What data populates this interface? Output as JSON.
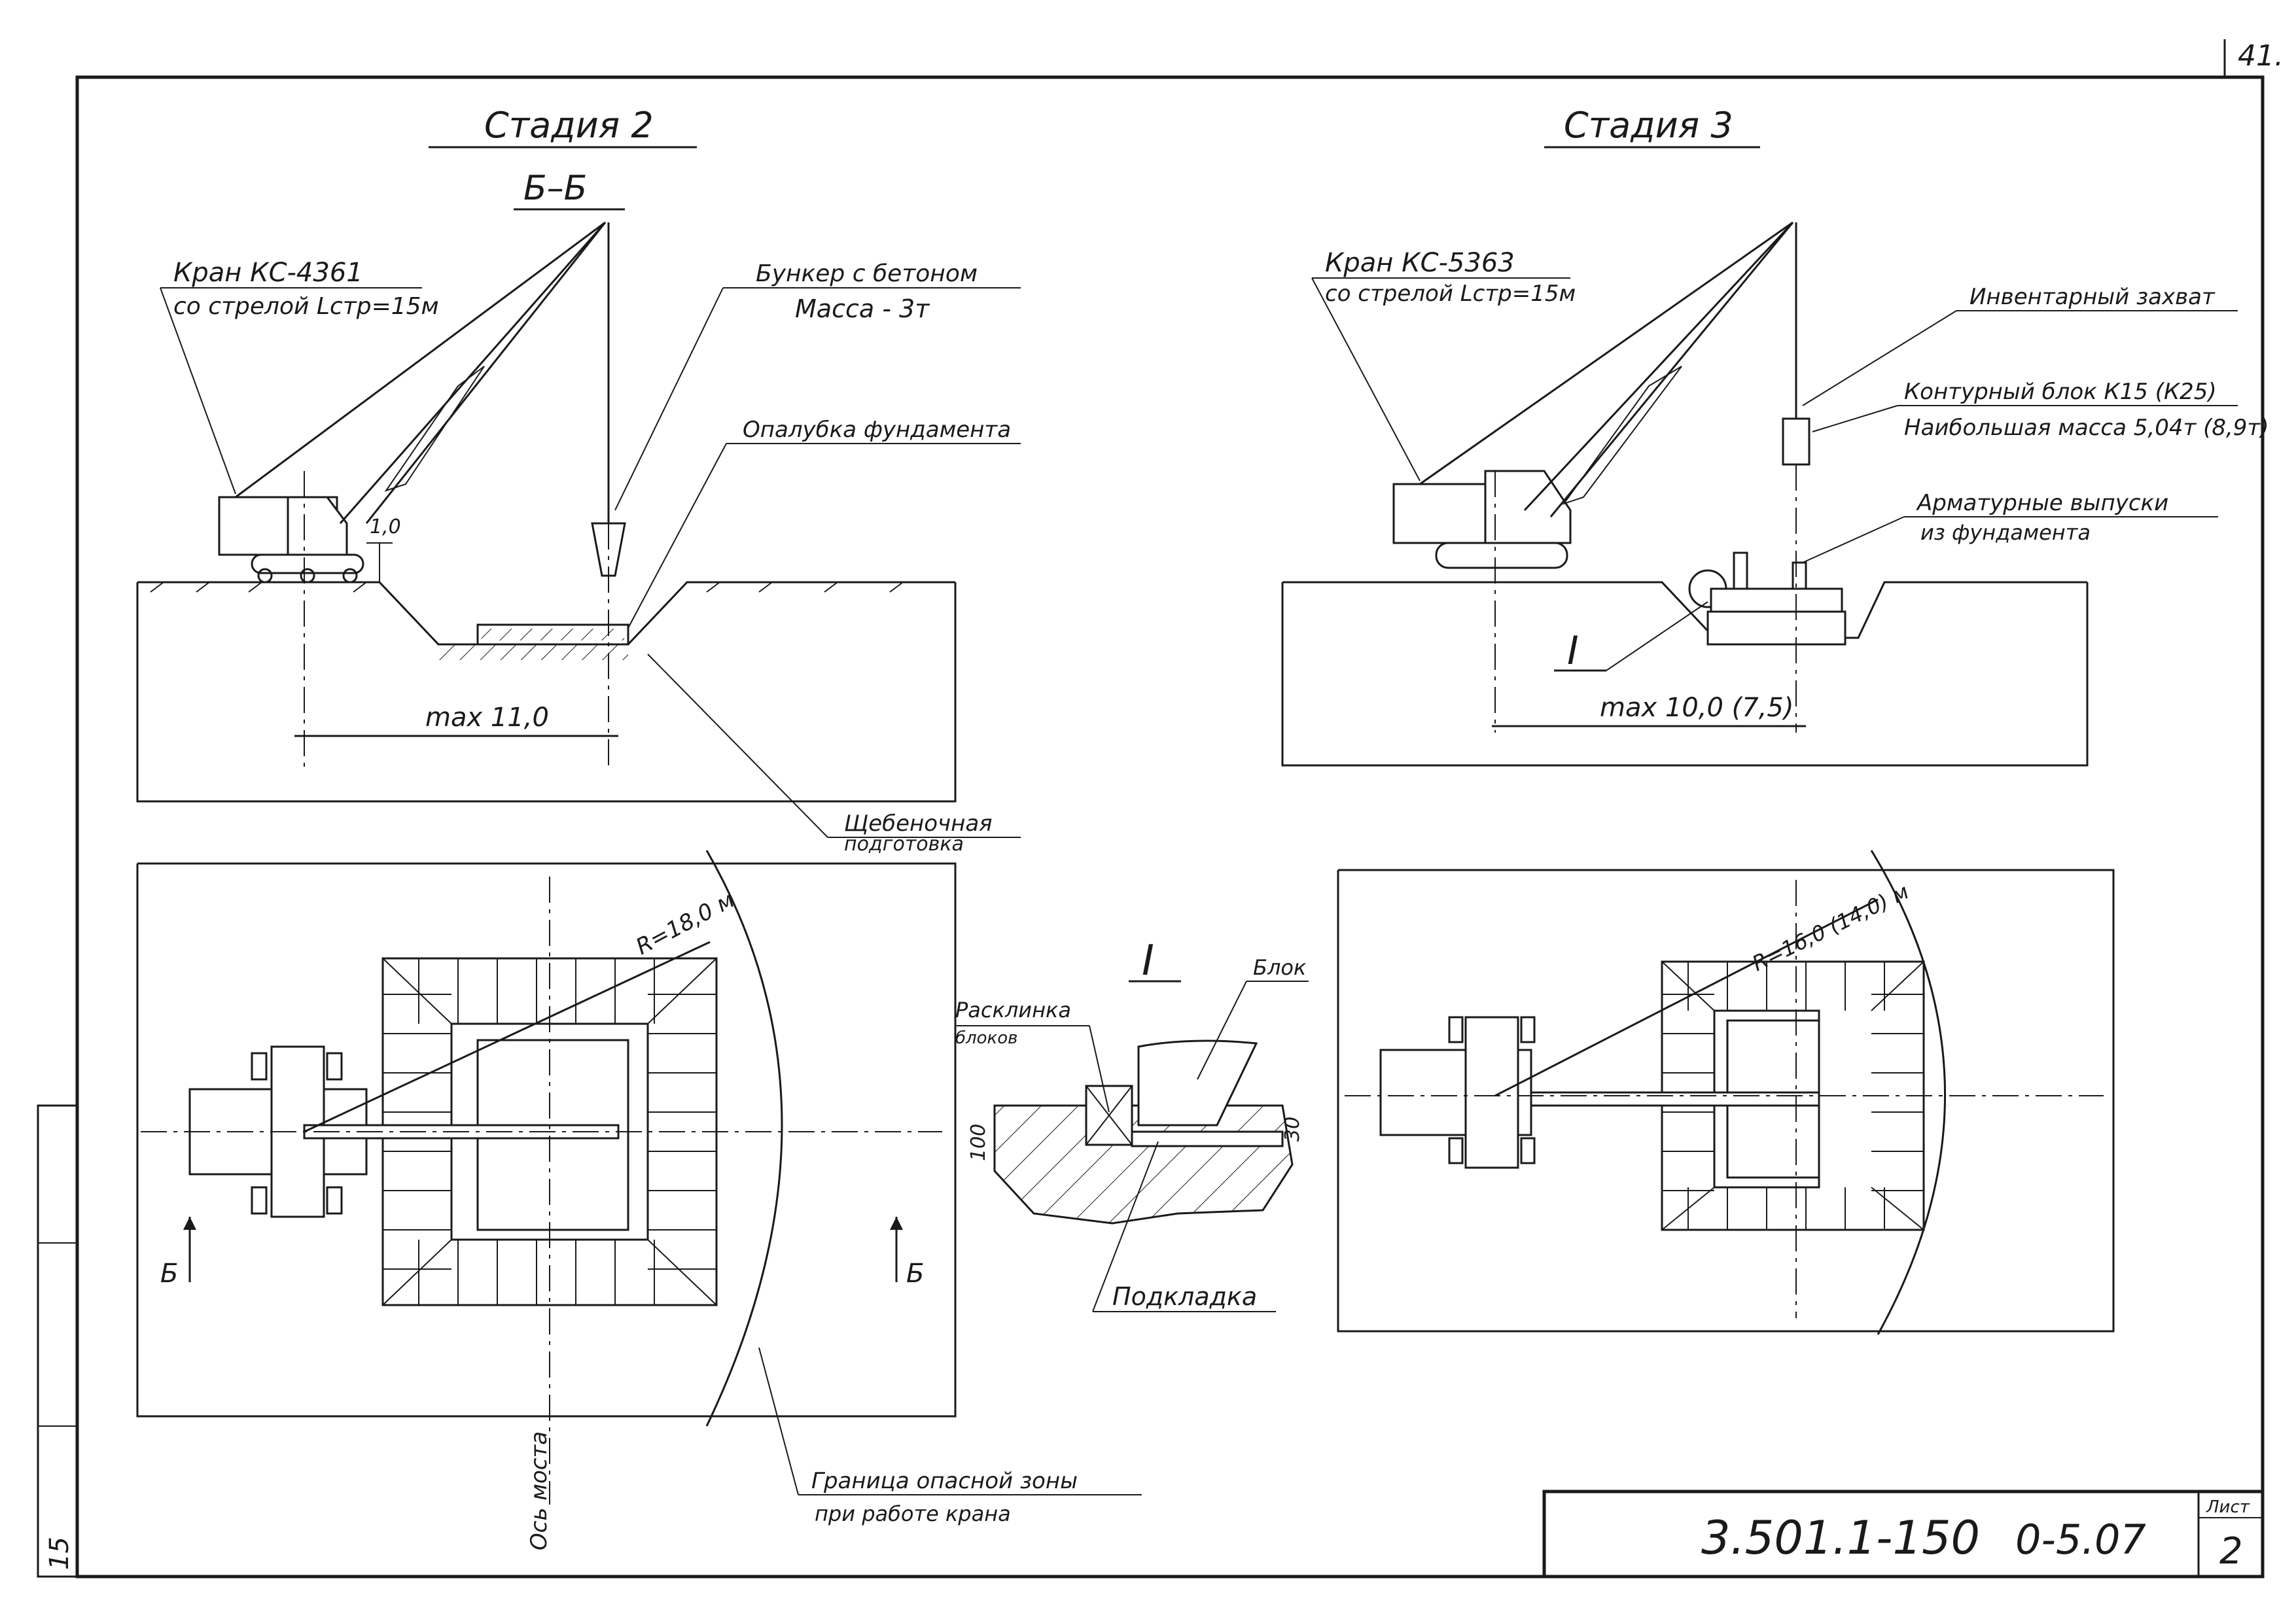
{
  "sheet": {
    "page_number": "41.",
    "designation": "3.501.1-150",
    "issue": "0-5.07",
    "sheet_label": "Лист",
    "sheet_number": "2",
    "side_stamp": "15"
  },
  "stage2": {
    "title": "Стадия 2",
    "section": "Б–Б",
    "crane_name": "Кран КС-4361",
    "crane_boom": "со стрелой Lстр=15м",
    "bunker_name": "Бункер с бетоном",
    "bunker_mass": "Масса - 3т",
    "formwork": "Опалубка фундамента",
    "gravel_1": "Щебеночная",
    "gravel_2": "подготовка",
    "dim_height": "1,0",
    "dim_reach": "max 11,0",
    "radius": "R=18,0 м",
    "cut_left": "Б",
    "cut_right": "Б",
    "danger_1": "Граница опасной зоны",
    "danger_2": "при работе крана",
    "bridge_axis": "Ось моста"
  },
  "stage3": {
    "title": "Стадия 3",
    "crane_name": "Кран КС-5363",
    "crane_boom": "со стрелой Lстр=15м",
    "grab": "Инвентарный захват",
    "block_1": "Контурный блок К15 (К25)",
    "block_2": "Наибольшая масса 5,04т (8,9т)",
    "rebar_1": "Арматурные выпуски",
    "rebar_2": "из фундамента",
    "node_mark": "I",
    "dim_reach": "max 10,0 (7,5)",
    "radius": "R=16,0 (14,0) м"
  },
  "detail": {
    "mark": "I",
    "wedge_1": "Расклинка",
    "wedge_2": "блоков",
    "block": "Блок",
    "pad": "Подкладка",
    "dim_100": "100",
    "dim_30": "30"
  }
}
